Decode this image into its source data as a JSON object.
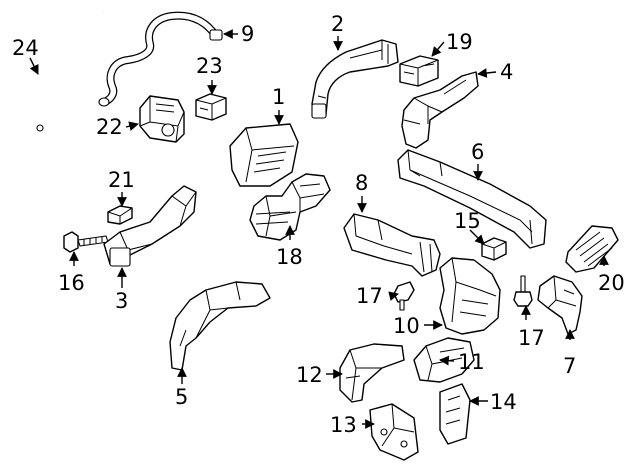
{
  "diagram": {
    "callouts": {
      "c1": "1",
      "c2": "2",
      "c3": "3",
      "c4": "4",
      "c5": "5",
      "c6": "6",
      "c7": "7",
      "c8": "8",
      "c9": "9",
      "c10": "10",
      "c11": "11",
      "c12": "12",
      "c13": "13",
      "c14": "14",
      "c15": "15",
      "c16": "16",
      "c17a": "17",
      "c17b": "17",
      "c18": "18",
      "c19": "19",
      "c20": "20",
      "c21": "21",
      "c22": "22",
      "c23": "23",
      "c24": "24"
    }
  }
}
